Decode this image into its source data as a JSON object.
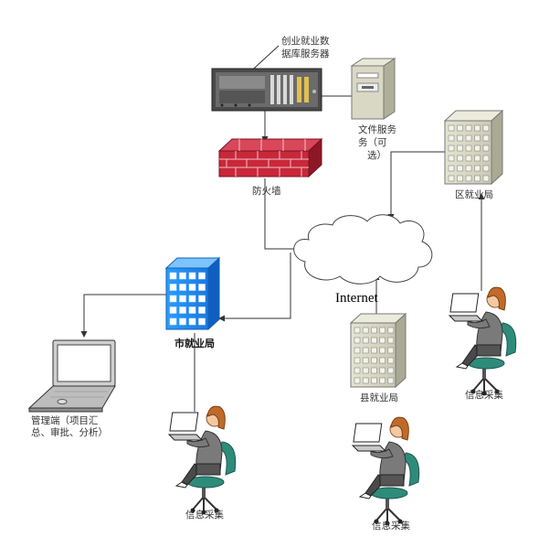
{
  "labels": {
    "db_server_line1": "创业就业数",
    "db_server_line2": "据库服务器",
    "file_server_line1": "文件服务",
    "file_server_line2": "务（可",
    "file_server_line3": "选）",
    "firewall": "防火墙",
    "district_bureau": "区就业局",
    "internet": "Internet",
    "city_bureau": "市就业局",
    "county_bureau": "县就业局",
    "admin_line1": "管理端（项目汇",
    "admin_line2": "总、审批、分析）",
    "collect_left": "信息采集",
    "collect_middle": "信息采集",
    "collect_right": "信息采集"
  },
  "colors": {
    "firewall": "#c8283a",
    "city_building": "#1e90ff",
    "gray_building": "#d8d8c4",
    "shirt": "#7a7a7a",
    "chair": "#2e8b7a",
    "hair": "#c06a2a"
  }
}
